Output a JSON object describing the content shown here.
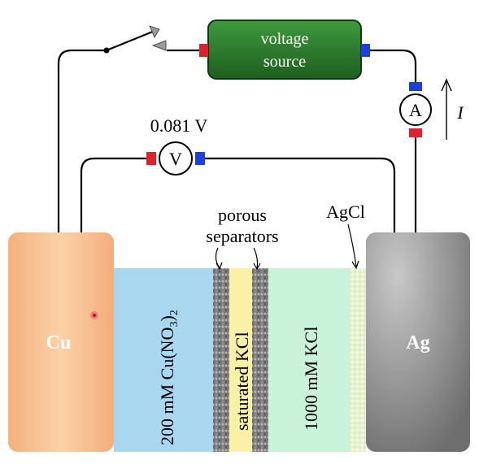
{
  "source": {
    "label_line1": "voltage",
    "label_line2": "source"
  },
  "voltmeter": {
    "symbol": "V",
    "reading": "0.081 V"
  },
  "ammeter": {
    "symbol": "A"
  },
  "current": {
    "symbol": "I"
  },
  "electrodes": {
    "left": "Cu",
    "right": "Ag"
  },
  "solutions": {
    "left": "200 mM Cu(NO",
    "left_sub": "3",
    "left_close": ")",
    "left_sub2": "2",
    "middle": "saturated KCl",
    "right": "1000 mM KCl"
  },
  "annotations": {
    "separators_line1": "porous",
    "separators_line2": "separators",
    "agcl": "AgCl"
  },
  "colors": {
    "copper": "#f6b98a",
    "silver": "#9a9a9a",
    "cu_solution": "#a9d7f0",
    "kcl_saturated": "#faf1a6",
    "kcl_1000": "#c9f3d8",
    "source_box": "#2f7a2f",
    "terminal_pos": "#e0202a",
    "terminal_neg": "#1d3fe0"
  }
}
